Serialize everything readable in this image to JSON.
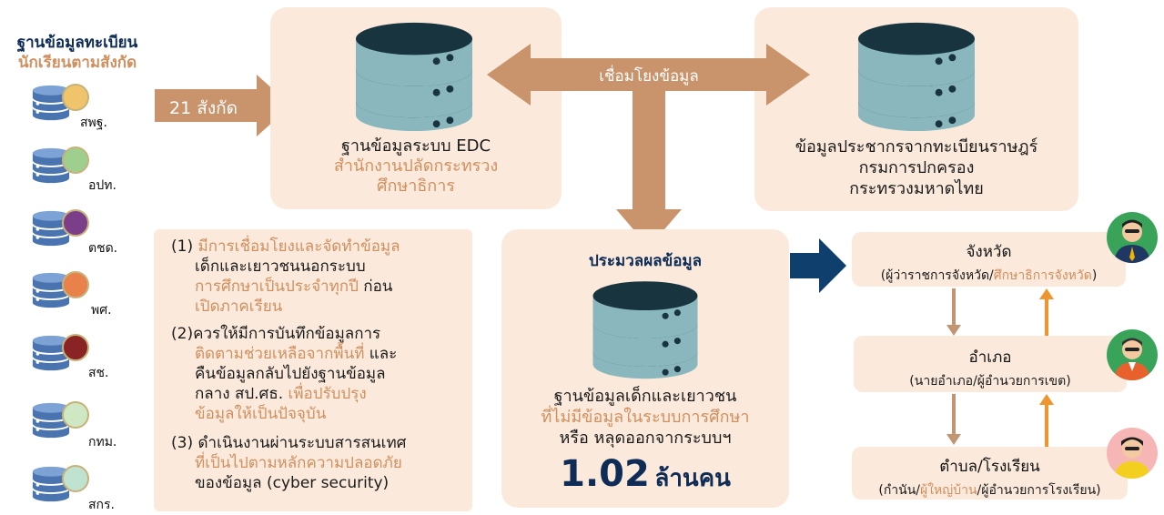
{
  "left_title": {
    "line1": "ฐานข้อมูลทะเบียน",
    "line2": "นักเรียนตามสังกัด"
  },
  "agencies": [
    "สพฐ.",
    "อปท.",
    "ตชด.",
    "พศ.",
    "สช.",
    "กทม.",
    "สกร."
  ],
  "arrow_21": "21 สังกัด",
  "edc": {
    "line1": "ฐานข้อมูลระบบ EDC",
    "line2": "สำนักงานปลัดกระทรวง",
    "line3": "ศึกษาธิการ"
  },
  "link_label": "เชื่อมโยงข้อมูล",
  "registry": {
    "line1": "ข้อมูลประชากรจากทะเบียนราษฎร์",
    "line2": "กรมการปกครอง",
    "line3": "กระทรวงมหาดไทย"
  },
  "recommendations": {
    "r1_num": "(1)",
    "r1_a": "มีการเชื่อมโยงและจัดทำข้อมูล",
    "r1_b": "เด็กและเยาวชนนอกระบบ",
    "r1_c": "การศึกษาเป็นประจำทุกปี",
    "r1_c2": " ก่อน",
    "r1_d": "เปิดภาคเรียน",
    "r2_num": "(2)",
    "r2_a": "ควรให้มีการบันทึกข้อมูลการ",
    "r2_b": "ติดตามช่วยเหลือจากพื้นที่",
    "r2_b2": " และ",
    "r2_c": "คืนข้อมูลกลับไปยังฐานข้อมูล",
    "r2_d": "กลาง สป.ศธ.",
    "r2_d2": " เพื่อปรับปรุง",
    "r2_e": "ข้อมูลให้เป็นปัจจุบัน",
    "r3_num": "(3)",
    "r3_a": "ดำเนินงานผ่านระบบสารสนเทศ",
    "r3_b": "ที่เป็นไปตามหลักความปลอดภัย",
    "r3_c": "ของข้อมูล (cyber security)"
  },
  "processing": {
    "title": "ประมวลผลข้อมูล",
    "line1": "ฐานข้อมูลเด็กและเยาวชน",
    "line2": "ที่ไม่มีข้อมูลในระบบการศึกษา",
    "line3": "หรือ หลุดออกจากระบบฯ",
    "count": "1.02",
    "unit": "ล้านคน"
  },
  "levels": {
    "province": {
      "name": "จังหวัด",
      "open": "(",
      "role1": "ผู้ว่าราชการจังหวัด",
      "slash": "/",
      "role2": "ศึกษาธิการจังหวัด",
      "close": ")"
    },
    "district": {
      "name": "อำเภอ",
      "roles": "(นายอำเภอ/ผู้อำนวยการเขต)"
    },
    "subdistrict": {
      "name": "ตำบล/โรงเรียน",
      "open": "(",
      "role1": "กำนัน",
      "slash1": "/",
      "role2": "ผู้ใหญ่บ้าน",
      "rest": "/ผู้อำนวยการโรงเรียน)"
    }
  },
  "colors": {
    "brown": "#c9936b",
    "panel": "#fbeadc",
    "navy": "#0f2c57",
    "db_dark": "#18353f",
    "db_light": "#8ab7bd",
    "up_arrow": "#f0942f",
    "down_arrow": "#c49472"
  }
}
